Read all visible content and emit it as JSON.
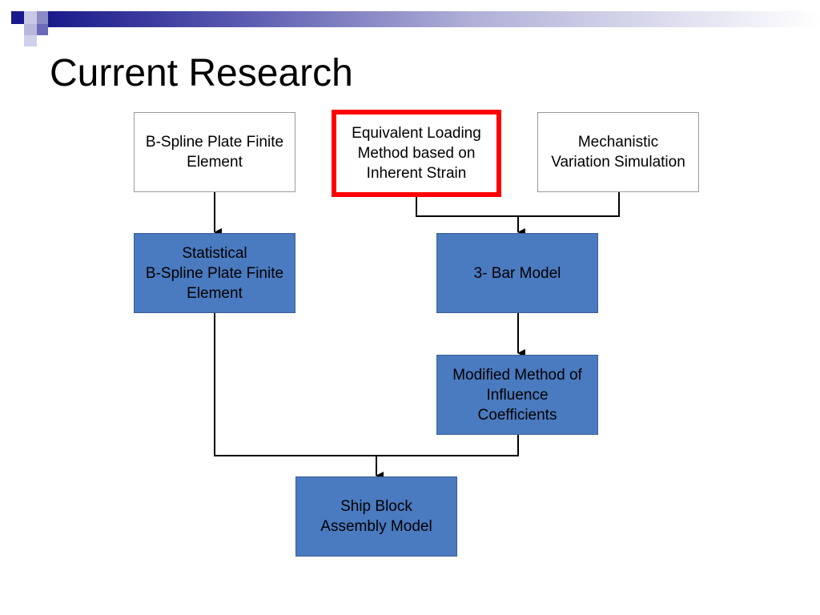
{
  "slide": {
    "title": "Current Research",
    "colors": {
      "accent_blue": "#4a7abf",
      "highlight_red": "#ff0000",
      "header_navy": "#1a1a8c"
    }
  },
  "diagram": {
    "nodes": {
      "bspline_fe": "B-Spline Plate Finite\nElement",
      "equivalent_loading": "Equivalent Loading\nMethod based on\nInherent Strain",
      "mechanistic_variation": "Mechanistic\nVariation Simulation",
      "statistical_bspline": "Statistical\nB-Spline Plate Finite\nElement",
      "three_bar": "3- Bar Model",
      "modified_method": "Modified Method of\nInfluence\nCoefficients",
      "ship_block": "Ship Block\nAssembly Model"
    }
  }
}
